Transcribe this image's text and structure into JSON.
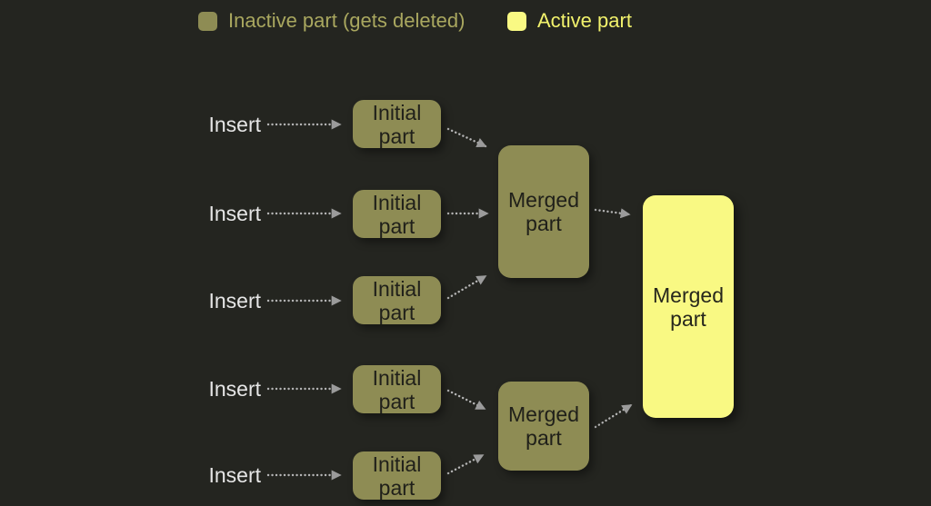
{
  "legend": {
    "inactive": {
      "label": "Inactive part (gets deleted)",
      "swatch_color": "#8e8c54",
      "text_color": "#a9a75f"
    },
    "active": {
      "label": "Active part",
      "swatch_color": "#f9f983",
      "text_color": "#f2f26c"
    }
  },
  "flow": {
    "inserts": [
      "Insert",
      "Insert",
      "Insert",
      "Insert",
      "Insert"
    ],
    "initial_parts": [
      "Initial part",
      "Initial part",
      "Initial part",
      "Initial part",
      "Initial part"
    ],
    "intermediate_merged_parts": [
      "Merged part",
      "Merged part"
    ],
    "final_merged_part": "Merged part"
  },
  "colors": {
    "background": "#242520",
    "inactive_part_fill": "#8e8c54",
    "active_part_fill": "#f9f983",
    "part_text": "#20201a",
    "insert_text": "#e6e6e6",
    "arrow_dots": "#b5b5b5",
    "arrow_head": "#9b9b9b"
  }
}
